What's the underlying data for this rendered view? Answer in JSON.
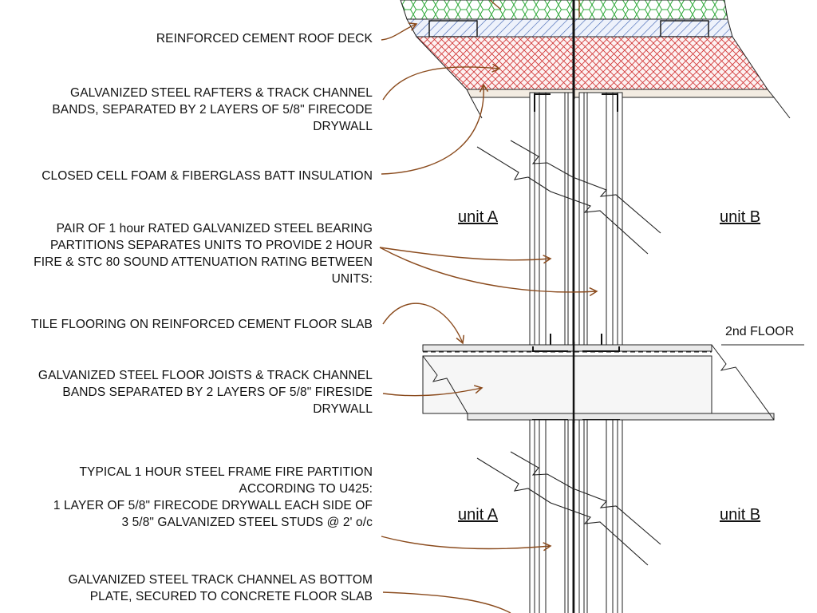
{
  "notes": {
    "roof_deck": [
      "REINFORCED CEMENT ROOF DECK"
    ],
    "rafters": [
      "GALVANIZED STEEL RAFTERS & TRACK CHANNEL",
      "BANDS, SEPARATED BY 2 LAYERS OF 5/8\" FIRECODE",
      "DRYWALL"
    ],
    "insulation": [
      "CLOSED CELL FOAM & FIBERGLASS BATT INSULATION"
    ],
    "partitions": [
      "PAIR OF 1 hour RATED GALVANIZED STEEL BEARING",
      "PARTITIONS SEPARATES UNITS TO PROVIDE 2 HOUR",
      "FIRE & STC 80 SOUND ATTENUATION RATING BETWEEN",
      "UNITS:"
    ],
    "tile_flooring": [
      "TILE FLOORING ON REINFORCED CEMENT FLOOR SLAB"
    ],
    "floor_joists": [
      "GALVANIZED STEEL FLOOR JOISTS & TRACK CHANNEL",
      "BANDS SEPARATED BY 2 LAYERS OF 5/8\" FIRESIDE",
      "DRYWALL"
    ],
    "typical_partition": [
      "TYPICAL 1  HOUR STEEL FRAME FIRE PARTITION",
      "ACCORDING TO U425:",
      "1 LAYER OF 5/8\" FIRECODE DRYWALL EACH SIDE OF",
      "3 5/8\" GALVANIZED STEEL STUDS @ 2' o/c"
    ],
    "bottom_plate": [
      "GALVANIZED STEEL TRACK CHANNEL AS BOTTOM",
      "PLATE, SECURED TO CONCRETE FLOOR SLAB"
    ]
  },
  "rooms": {
    "upper_left": "unit A",
    "upper_right": "unit B",
    "lower_left": "unit A",
    "lower_right": "unit B"
  },
  "floor_label": "2nd FLOOR",
  "colors": {
    "leader": "#8a4a1c",
    "line": "#222222",
    "green_layer": "#2fa83a",
    "blue_hatch": "#3a5fb0",
    "red_hatch": "#d23a3a"
  }
}
